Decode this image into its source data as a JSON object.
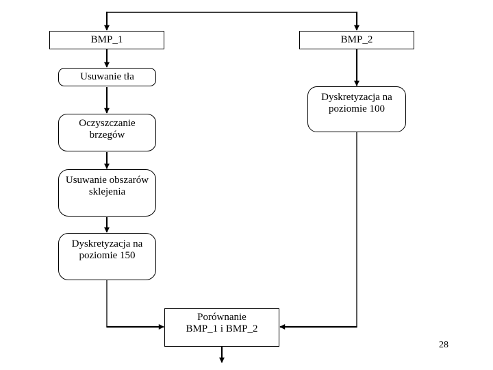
{
  "page": {
    "background": "#ffffff",
    "page_number": "28"
  },
  "diagram": {
    "type": "flowchart",
    "stroke_color": "#000000",
    "node_fill": "#ffffff",
    "text_color": "#000000",
    "nodes": {
      "bmp1": {
        "label": "BMP_1",
        "shape": "rectangle"
      },
      "bmp2": {
        "label": "BMP_2",
        "shape": "rectangle"
      },
      "usuwanie_tla": {
        "label": "Usuwanie tła",
        "shape": "rounded-rectangle"
      },
      "dyskretyzacja_100": {
        "label": "Dyskretyzacja na\npoziomie 100",
        "shape": "rounded-rectangle"
      },
      "oczyszczanie_brzegow": {
        "label": "Oczyszczanie\nbrzegów",
        "shape": "rounded-rectangle"
      },
      "usuwanie_obszarow_sklejenia": {
        "label": "Usuwanie obszarów\nsklejenia",
        "shape": "rounded-rectangle"
      },
      "dyskretyzacja_150": {
        "label": "Dyskretyzacja na\npoziomie 150",
        "shape": "rounded-rectangle"
      },
      "porownanie": {
        "label": "Porównanie\nBMP_1 i BMP_2",
        "shape": "rectangle"
      }
    },
    "edges": [
      {
        "from": "input",
        "to": "bmp1",
        "arrow": true
      },
      {
        "from": "input",
        "to": "bmp2",
        "arrow": true
      },
      {
        "from": "bmp1",
        "to": "usuwanie_tla",
        "arrow": true
      },
      {
        "from": "usuwanie_tla",
        "to": "oczyszczanie_brzegow",
        "arrow": true
      },
      {
        "from": "oczyszczanie_brzegow",
        "to": "usuwanie_obszarow_sklejenia",
        "arrow": true
      },
      {
        "from": "usuwanie_obszarow_sklejenia",
        "to": "dyskretyzacja_150",
        "arrow": true
      },
      {
        "from": "dyskretyzacja_150",
        "to": "porownanie",
        "arrow": true
      },
      {
        "from": "bmp2",
        "to": "dyskretyzacja_100",
        "arrow": true
      },
      {
        "from": "dyskretyzacja_100",
        "to": "porownanie",
        "arrow": true
      },
      {
        "from": "porownanie",
        "to": "output",
        "arrow": true
      }
    ]
  }
}
